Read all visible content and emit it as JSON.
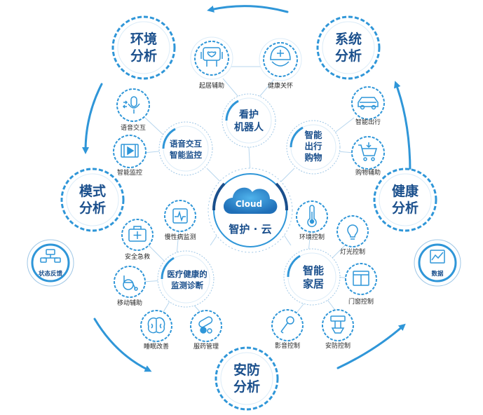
{
  "colors": {
    "primary": "#2f96d8",
    "dark": "#1a4f8c",
    "light": "#dcecf8",
    "label": "#2a2a2a",
    "line": "#9fc7e6"
  },
  "center": {
    "cloud_label": "Cloud",
    "title": "智护 · 云"
  },
  "analyses": {
    "env": [
      "环境",
      "分析"
    ],
    "sys": [
      "系统",
      "分析"
    ],
    "mode": [
      "模式",
      "分析"
    ],
    "health": [
      "健康",
      "分析"
    ],
    "security": [
      "安防",
      "分析"
    ]
  },
  "side_nodes": {
    "status_feedback": "状态反馈",
    "data": "数据"
  },
  "hubs": {
    "robot": [
      "看护",
      "机器人"
    ],
    "voice": [
      "语音交互",
      "智能监控"
    ],
    "travel": [
      "智能",
      "出行",
      "购物"
    ],
    "medical": [
      "医疗健康的",
      "监测诊断"
    ],
    "home": [
      "智能",
      "家居"
    ]
  },
  "features": {
    "qiju": "起居辅助",
    "jiankang": "健康关怀",
    "yuyin": "语音交互",
    "jiankong": "智能监控",
    "chuxing": "智能出行",
    "gouwu": "购物辅助",
    "manxing": "慢性病监测",
    "anquan": "安全急救",
    "yidong": "移动辅助",
    "shuimian": "睡眠改善",
    "fuyao": "服药管理",
    "huanjing": "环境控制",
    "dengguang": "灯光控制",
    "menchuang": "门窗控制",
    "yingyin": "影音控制",
    "anfang": "安防控制"
  }
}
